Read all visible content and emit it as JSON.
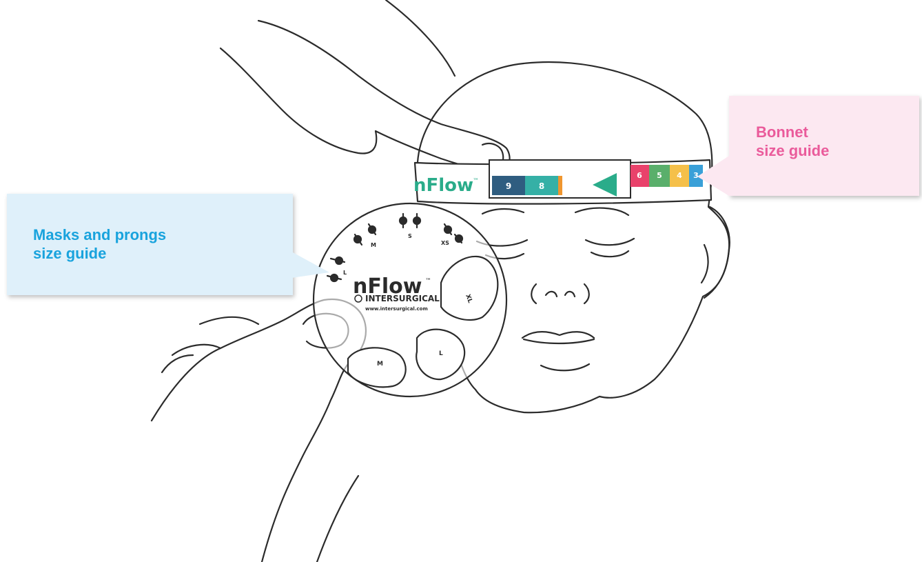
{
  "callouts": {
    "masks": {
      "label": "Masks and prongs\nsize guide",
      "text_color": "#19a3dd",
      "bg_color": "#dff0fa"
    },
    "bonnet": {
      "label": "Bonnet\nsize guide",
      "text_color": "#ea5b9b",
      "bg_color": "#fce8f1"
    }
  },
  "bonnet_guide": {
    "brand": "nFlow",
    "trademark": "™",
    "size_numbers": [
      "9",
      "8",
      "6",
      "5",
      "4",
      "3"
    ],
    "band_colors": [
      "#2f5d80",
      "#35b0a6",
      "#f0962e",
      "#e9426b",
      "#5aaf6b",
      "#f5c04a",
      "#3aa0d8"
    ],
    "arrow_color": "#2aac8a"
  },
  "mask_guide": {
    "brand": "nFlow",
    "trademark": "™",
    "manufacturer": "INTERSURGICAL",
    "website": "www.intersurgical.com",
    "scale_labels": [
      "L",
      "M",
      "S",
      "XS"
    ],
    "pocket_labels": [
      "XL",
      "L",
      "M"
    ]
  }
}
